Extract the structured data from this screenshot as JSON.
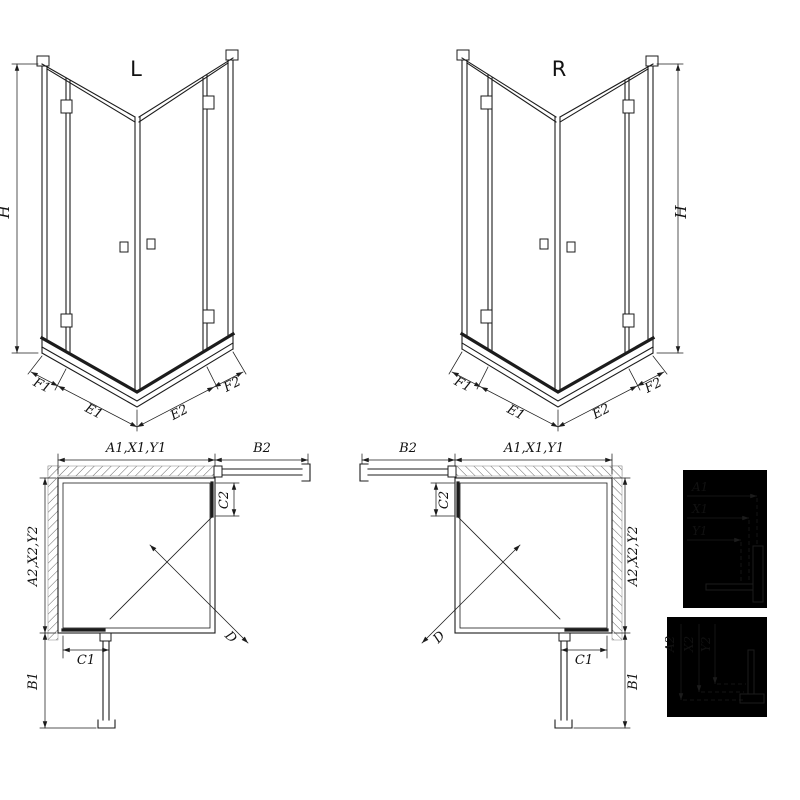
{
  "colors": {
    "background": "#ffffff",
    "line": "#1c1c1c"
  },
  "iso_left": {
    "title": "L"
  },
  "iso_right": {
    "title": "R"
  },
  "dims": {
    "h": "H",
    "f1": "F1",
    "e1": "E1",
    "e2": "E2",
    "f2": "F2",
    "a1x1y1": "A1,X1,Y1",
    "b2": "B2",
    "c2": "C2",
    "a2x2y2": "A2,X2,Y2",
    "b1": "B1",
    "c1": "C1",
    "d": "D"
  },
  "detail_top": {
    "row1": "A1",
    "row2": "X1",
    "row3": "Y1"
  },
  "detail_bottom": {
    "col1": "A2",
    "col2": "X2",
    "col3": "Y2"
  }
}
